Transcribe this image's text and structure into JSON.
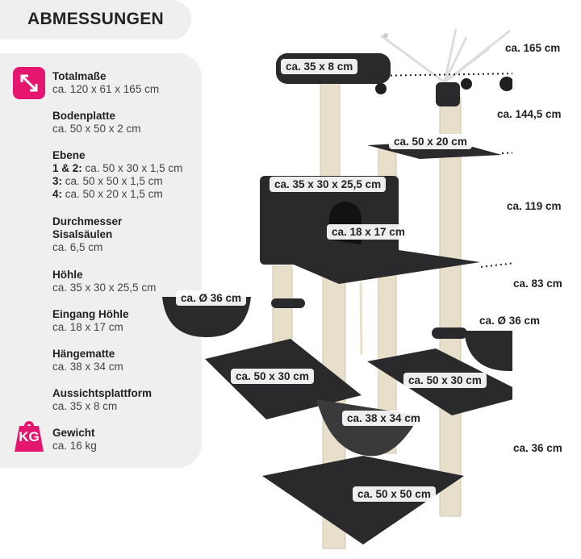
{
  "title": "ABMESSUNGEN",
  "colors": {
    "accent": "#e4166f",
    "panel": "#efefef",
    "plush": "#2a2a2c",
    "sisal": "#e7dfc9"
  },
  "icons": {
    "size": "diagonal-arrow-icon",
    "weight": "kg-weight-icon"
  },
  "specs": [
    {
      "label": "Totalmaße",
      "value": "ca. 120 x 61 x 165 cm"
    },
    {
      "label": "Bodenplatte",
      "value": "ca. 50 x 50 x 2 cm"
    },
    {
      "label": "Ebene",
      "levels": [
        {
          "key": "1 & 2:",
          "value": "ca. 50 x 30 x 1,5 cm"
        },
        {
          "key": "3:",
          "value": "ca. 50 x 50 x 1,5 cm"
        },
        {
          "key": "4:",
          "value": "ca. 50 x 20 x 1,5 cm"
        }
      ]
    },
    {
      "label_line1": "Durchmesser",
      "label_line2": "Sisalsäulen",
      "value": "ca. 6,5 cm"
    },
    {
      "label": "Höhle",
      "value": "ca. 35 x 30 x 25,5 cm"
    },
    {
      "label": "Eingang Höhle",
      "value": "ca. 18 x 17 cm"
    },
    {
      "label": "Hängematte",
      "value": "ca. 38 x 34 cm"
    },
    {
      "label": "Aussichtsplattform",
      "value": "ca. 35 x 8 cm"
    },
    {
      "label": "Gewicht",
      "value": "ca. 16 kg"
    }
  ],
  "kg_label": "KG",
  "tags": {
    "lookout": "ca. 35 x 8 cm",
    "level4": "ca. 50 x 20 cm",
    "cave": "ca. 35 x 30 x 25,5 cm",
    "entrance": "ca. 18 x 17 cm",
    "basket_left": "ca. Ø 36 cm",
    "basket_right": "ca. Ø 36 cm",
    "level1": "ca. 50 x 30 cm",
    "level2": "ca. 50 x 30 cm",
    "hammock": "ca. 38 x 34 cm",
    "base": "ca. 50 x 50 cm"
  },
  "heights": [
    "ca. 165 cm",
    "ca. 144,5 cm",
    "ca. 119 cm",
    "ca. 83 cm",
    "ca. 36 cm"
  ]
}
